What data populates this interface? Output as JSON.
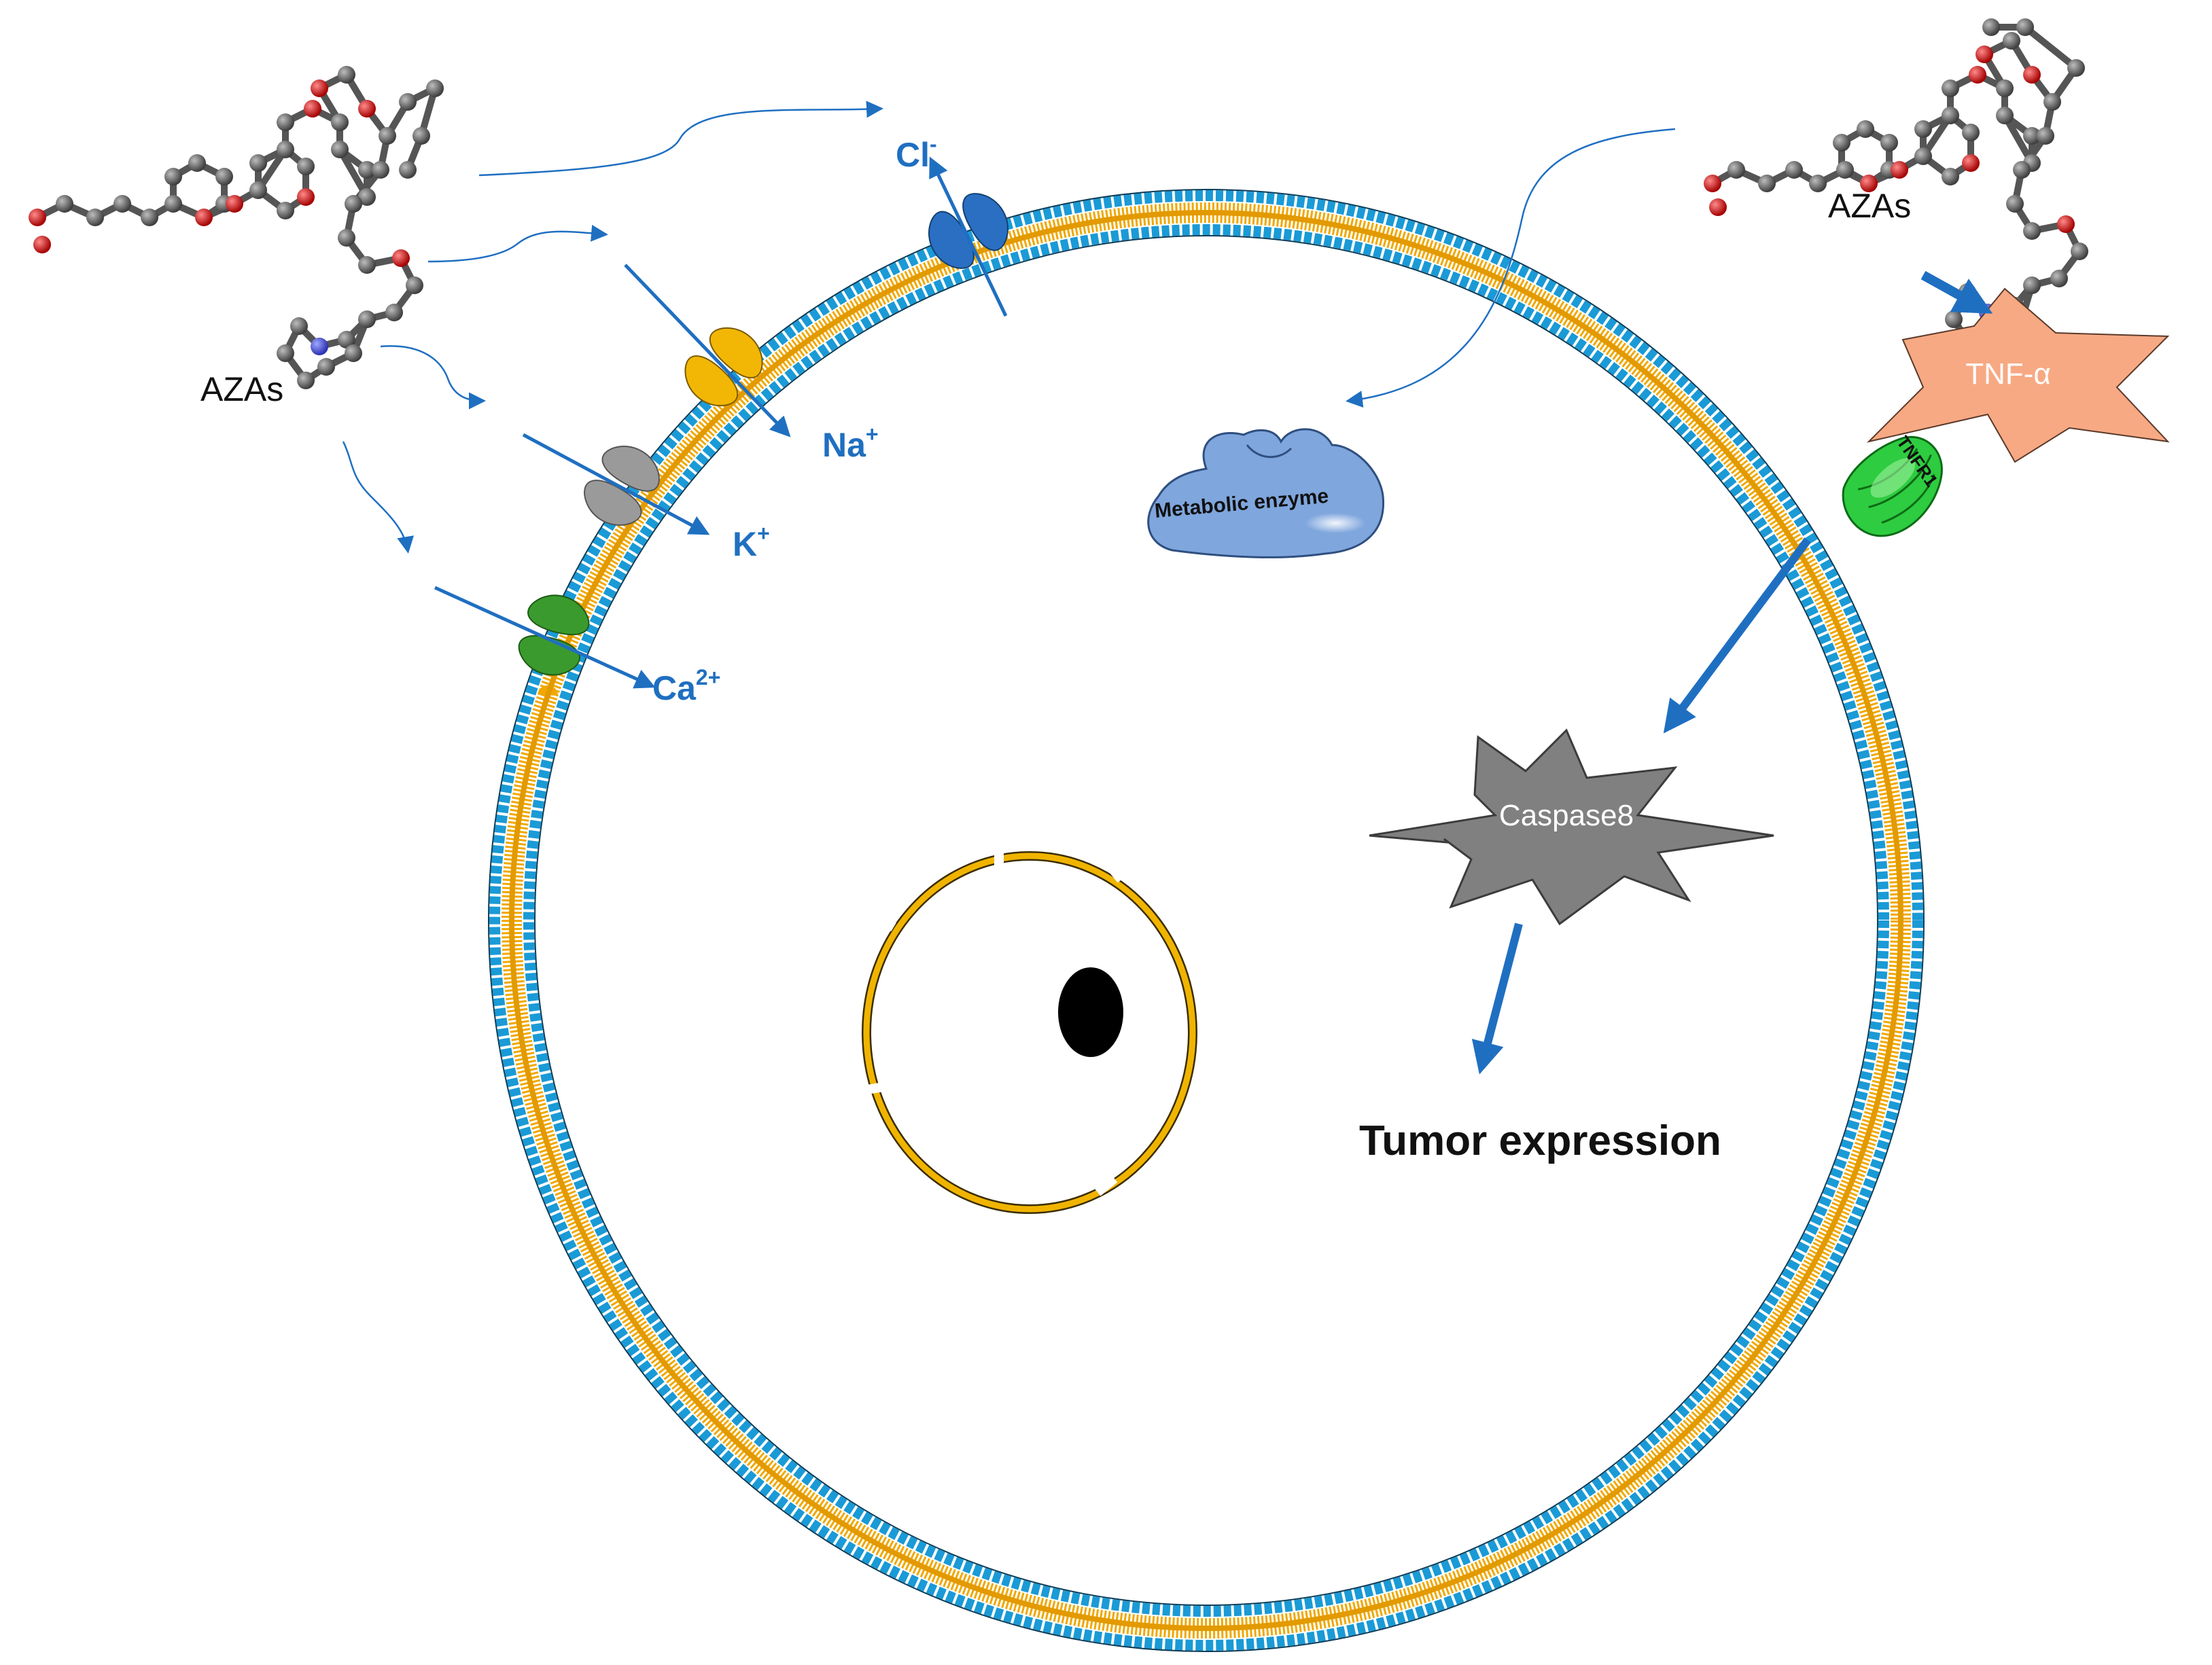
{
  "molecule_labels": {
    "left": "AZAs",
    "right": "AZAs"
  },
  "ions": {
    "chloride": {
      "base": "Cl",
      "sup": "-"
    },
    "sodium": {
      "base": "Na",
      "sup": "+"
    },
    "potassium": {
      "base": "K",
      "sup": "+"
    },
    "calcium": {
      "base": "Ca",
      "sup": "2+"
    }
  },
  "enzyme_label": "Metabolic enzyme",
  "receptor_label": "TNFR1",
  "tnf_label": "TNF-α",
  "caspase_label": "Caspase8",
  "outcome_label": "Tumor expression",
  "colors": {
    "arrow_blue": "#1f6fc1",
    "channel_cl": "#2a6fc2",
    "channel_na": "#f2b705",
    "channel_k": "#9a9a9a",
    "channel_ca": "#3a9a2e",
    "membrane_blue": "#1a9ad6",
    "membrane_gold": "#f0a800",
    "nucleus_ring": "#f0b400",
    "tnf_fill": "#f7a983",
    "caspase_fill": "#808080",
    "enzyme_fill": "#7fa6dd",
    "receptor_fill": "#2ecc40"
  },
  "icons": {
    "molecule": "ball-and-stick-molecule",
    "channel": "ion-channel",
    "enzyme": "enzyme-blob",
    "receptor": "tnfr1-receptor",
    "nucleolus": "nucleolus-dot"
  }
}
